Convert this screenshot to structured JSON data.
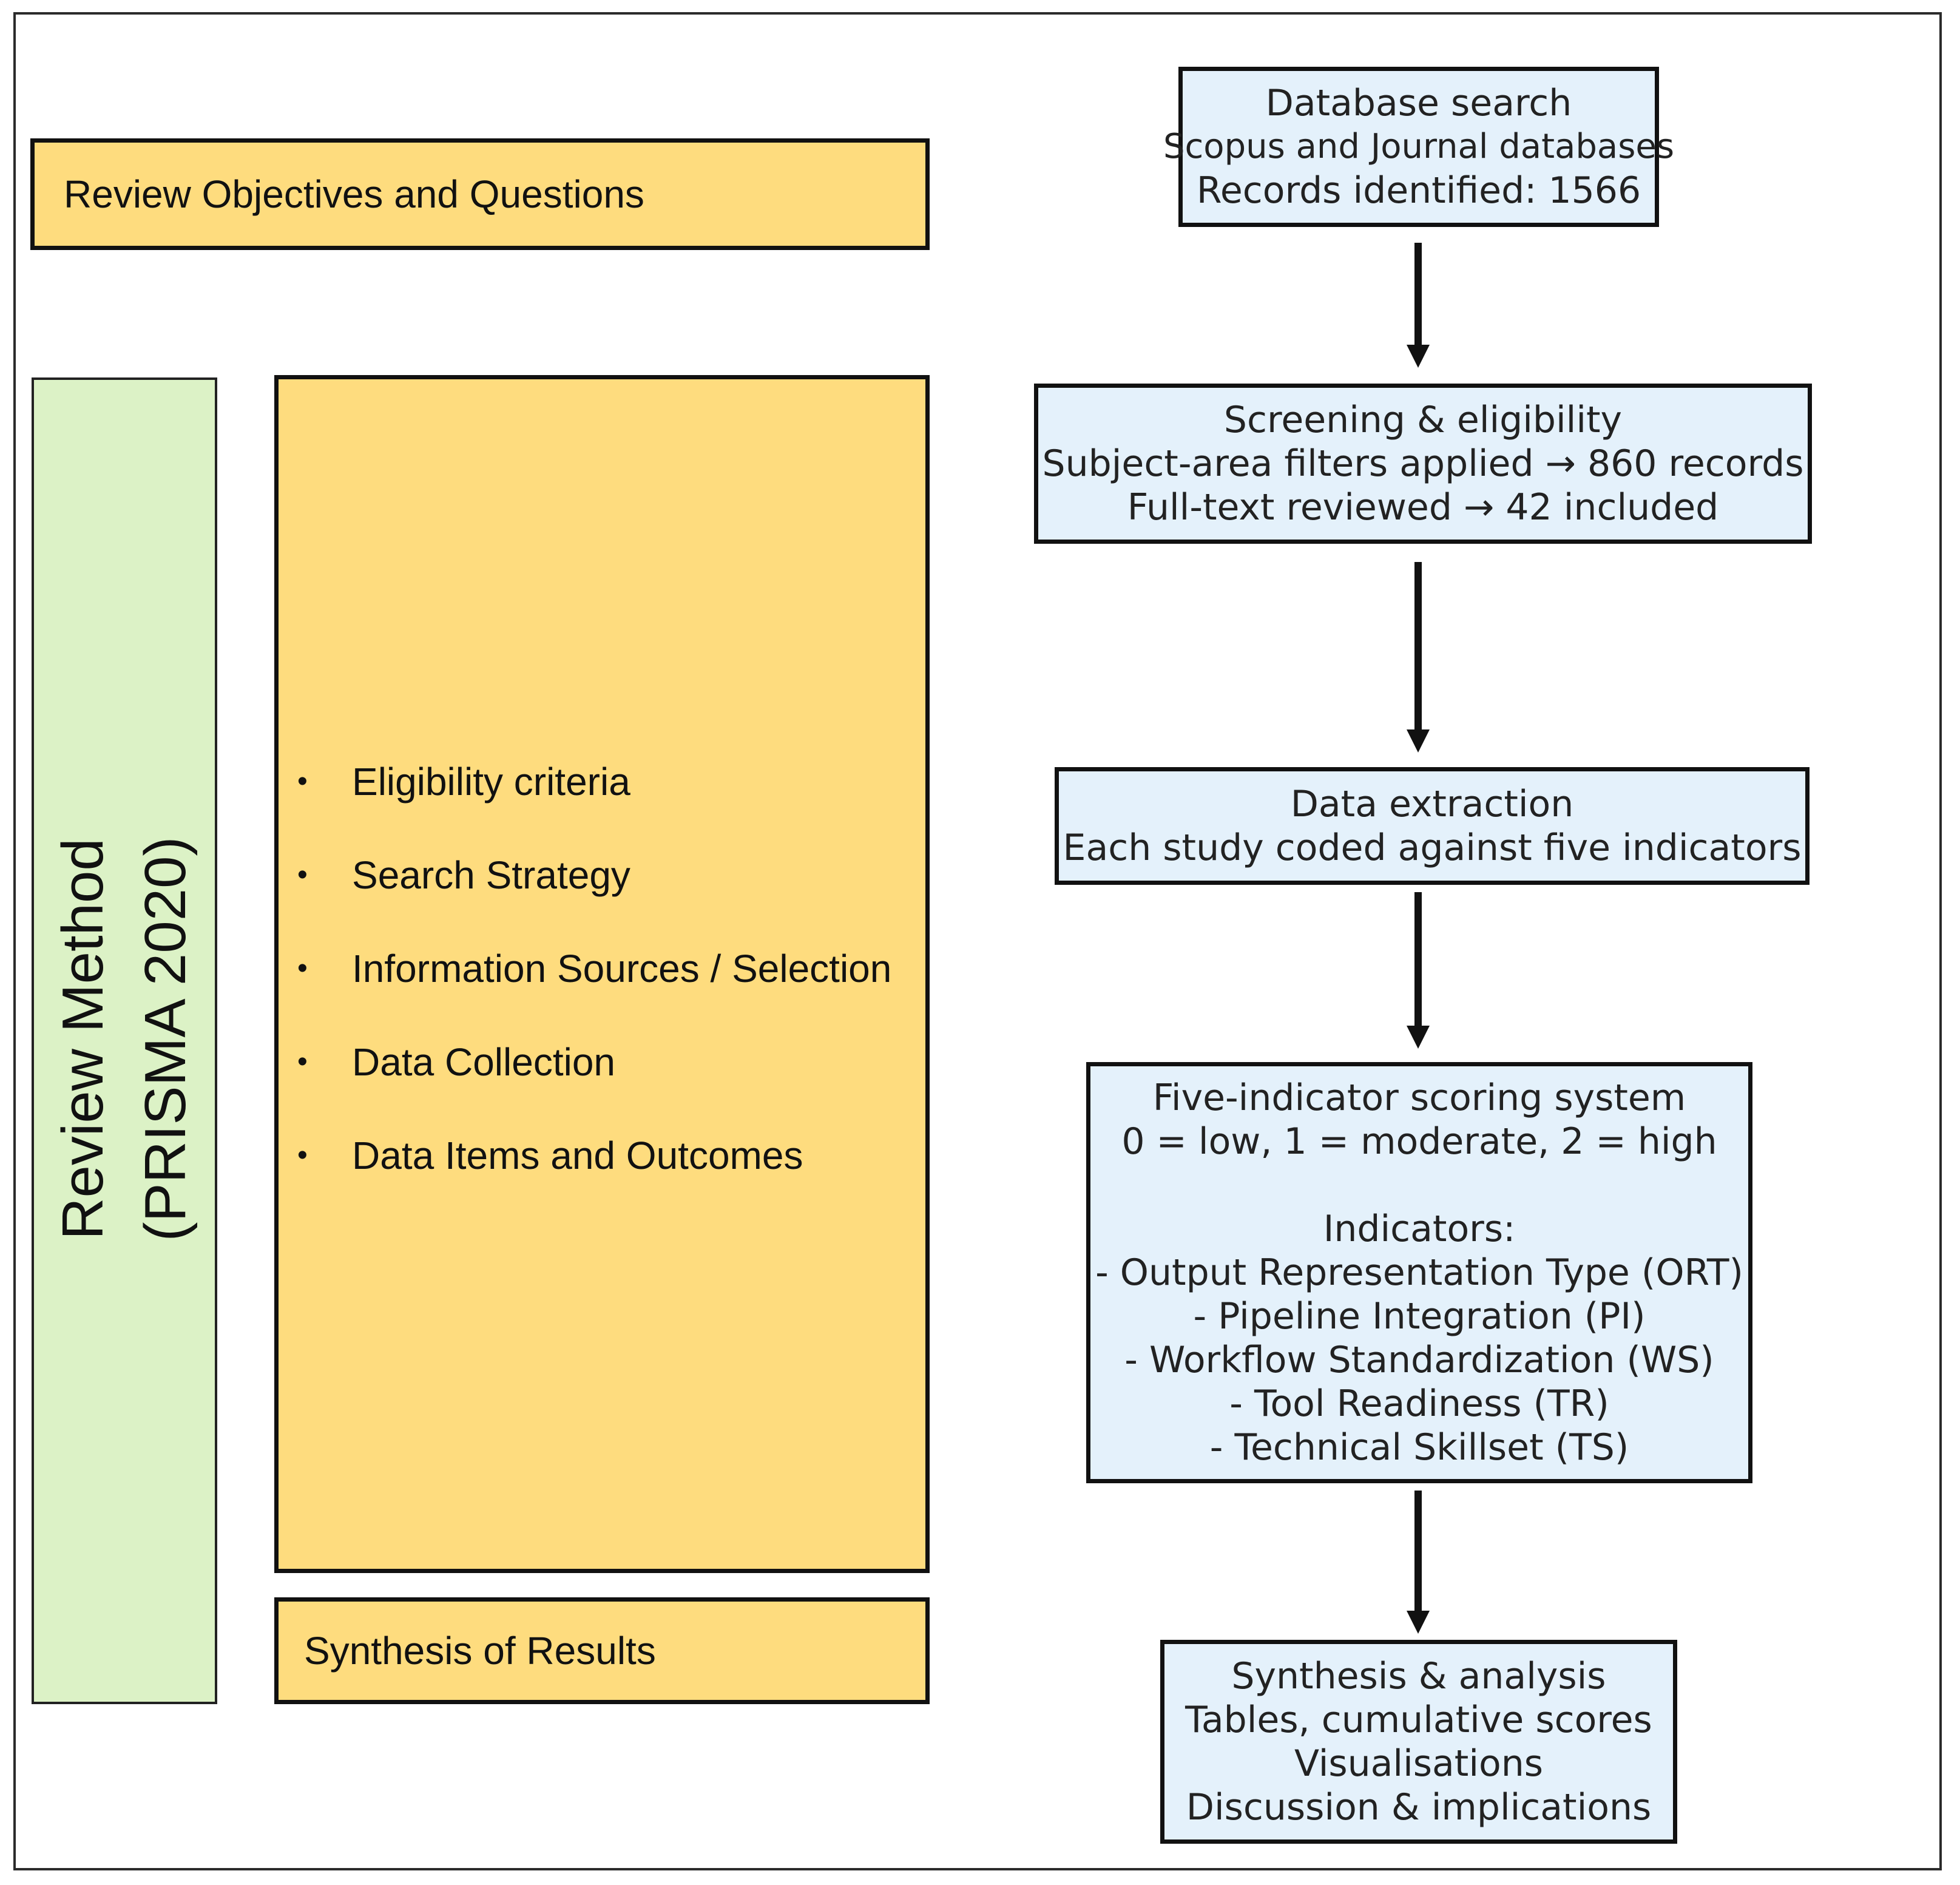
{
  "left_column": {
    "objectives_label": "Review Objectives and Questions",
    "review_method": {
      "line1": "Review Method",
      "line2": "(PRISMA 2020)"
    },
    "method_items": [
      {
        "label": "Eligibility criteria"
      },
      {
        "label": "Search Strategy"
      },
      {
        "label": "Information Sources / Selection"
      },
      {
        "label": "Data Collection"
      },
      {
        "label": "Data Items and Outcomes"
      }
    ],
    "bullet_glyph": "•",
    "synthesis_label": "Synthesis of Results"
  },
  "flow": {
    "database_search": {
      "title": "Database search",
      "line2": "Scopus and Journal databases",
      "line3": "Records identified: 1566"
    },
    "screening": {
      "title": "Screening & eligibility",
      "line2": "Subject-area filters applied → 860 records",
      "line3": "Full-text reviewed → 42 included"
    },
    "extraction": {
      "title": "Data extraction",
      "line2": "Each study coded against five indicators"
    },
    "scoring": {
      "title": "Five-indicator scoring system",
      "scale": "0 = low, 1 = moderate, 2 = high",
      "indicators_heading": "Indicators:",
      "indicators": [
        "- Output Representation Type (ORT)",
        "- Pipeline Integration (PI)",
        "- Workflow Standardization (WS)",
        "- Tool Readiness (TR)",
        "- Technical Skillset (TS)"
      ]
    },
    "synthesis": {
      "title": "Synthesis & analysis",
      "line2": "Tables, cumulative scores",
      "line3": "Visualisations",
      "line4": "Discussion & implications"
    }
  },
  "colors": {
    "yellow_fill": "#fedc7e",
    "green_fill": "#dcf2c6",
    "blue_fill": "#e4f1fb",
    "stroke": "#111111"
  }
}
